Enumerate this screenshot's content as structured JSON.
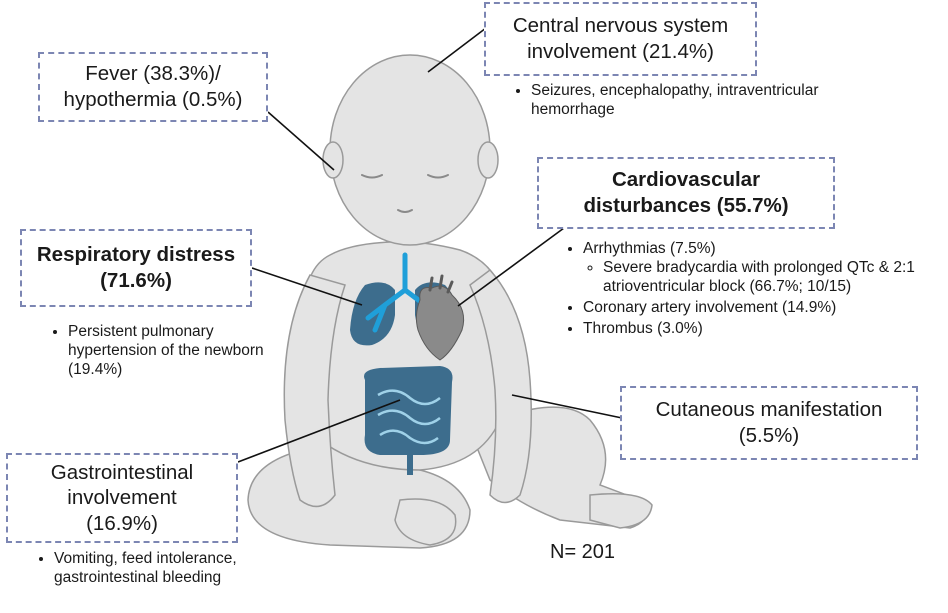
{
  "cns": {
    "title_line1": "Central nervous system",
    "title_line2": "involvement (21.4%)",
    "bullets": [
      "Seizures, encephalopathy, intraventricular hemorrhage"
    ]
  },
  "fever": {
    "title_line1": "Fever (38.3%)/",
    "title_line2": "hypothermia (0.5%)"
  },
  "cardio": {
    "title_line1": "Cardiovascular",
    "title_line2": "disturbances (55.7%)",
    "bullets": [
      "Arrhythmias (7.5%)",
      "Severe bradycardia with prolonged QTc & 2:1 atrioventricular block (66.7%; 10/15)",
      "Coronary artery involvement (14.9%)",
      "Thrombus (3.0%)"
    ]
  },
  "respiratory": {
    "title_line1": "Respiratory distress",
    "title_line2": "(71.6%)",
    "bullets": [
      "Persistent pulmonary hypertension of the newborn (19.4%)"
    ]
  },
  "cutaneous": {
    "title_line1": "Cutaneous manifestation",
    "title_line2": "(5.5%)"
  },
  "gi": {
    "title_line1": "Gastrointestinal",
    "title_line2": "involvement",
    "title_line3": "(16.9%)",
    "bullets": [
      "Vomiting, feed intolerance, gastrointestinal bleeding"
    ]
  },
  "sample_size": "N= 201",
  "colors": {
    "box_border": "#7c86b3",
    "skin": "#e4e4e4",
    "skin_outline": "#9a9a9a",
    "organ_blue": "#3d6d8d",
    "airway_blue": "#1f9fd9",
    "heart_gray": "#8a8a8a"
  }
}
